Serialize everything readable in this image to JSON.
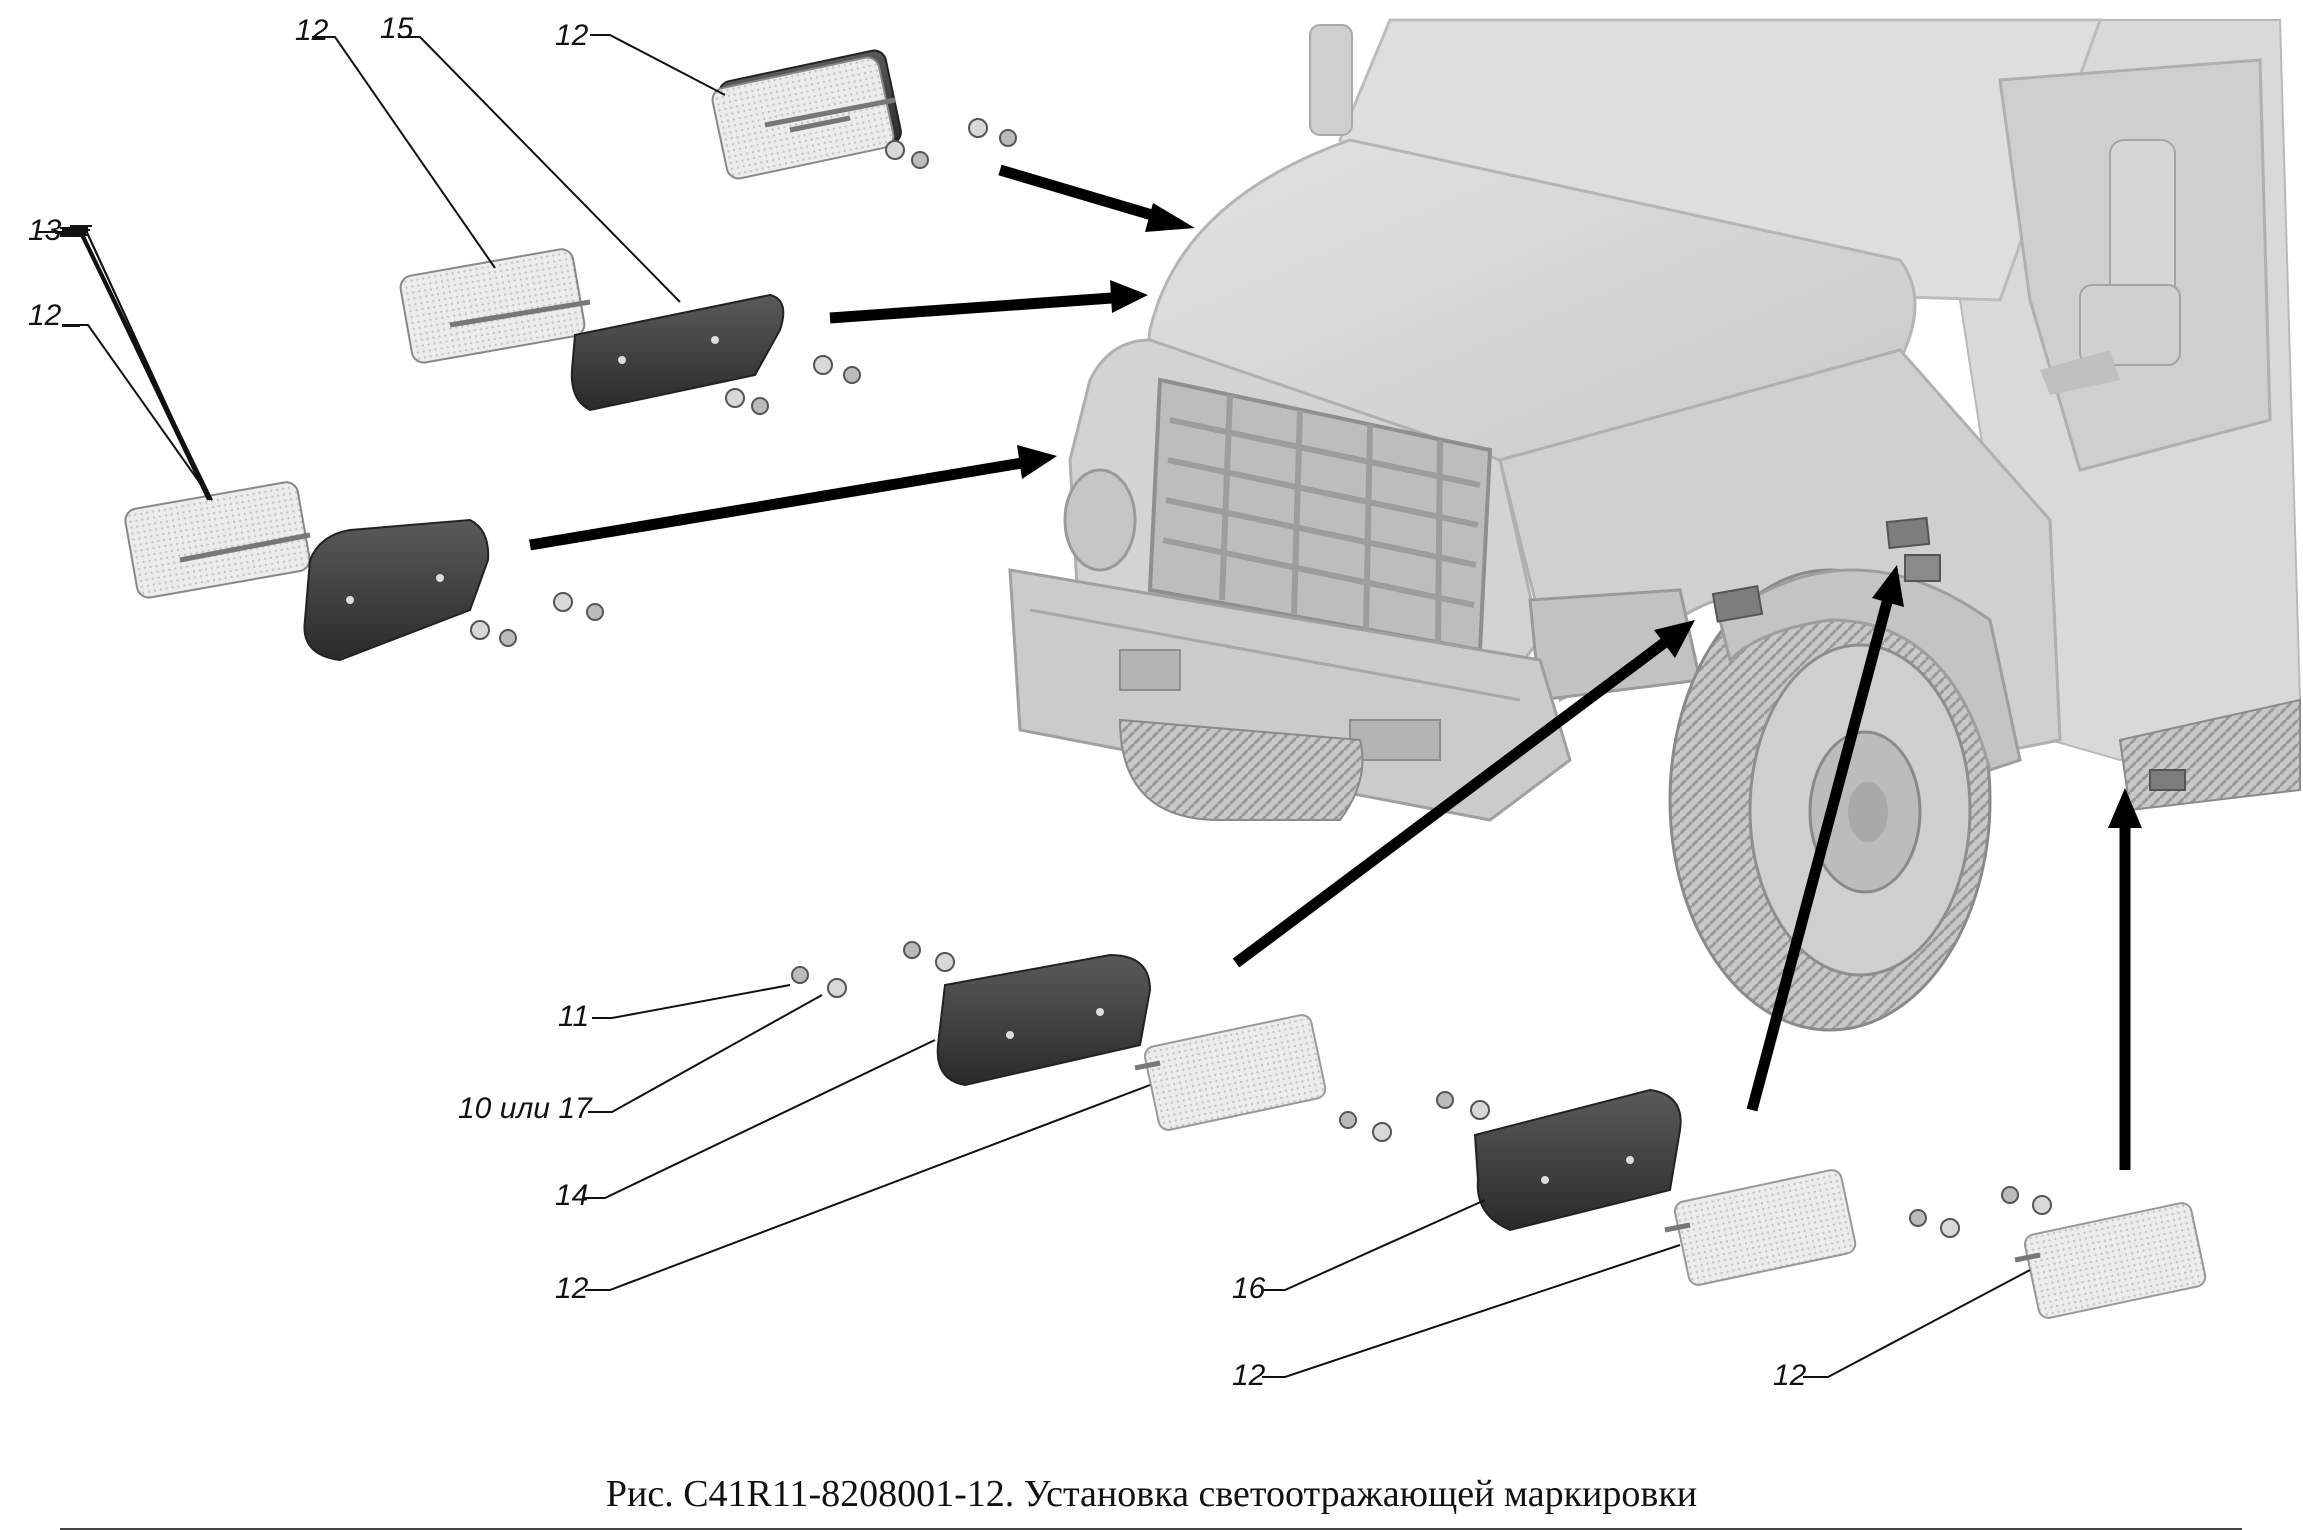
{
  "figure": {
    "caption": "Рис. С41R11-8208001-12. Установка светоотражающей маркировки"
  },
  "callouts": [
    {
      "id": "c12a",
      "text": "12"
    },
    {
      "id": "c15",
      "text": "15"
    },
    {
      "id": "c12b",
      "text": "12"
    },
    {
      "id": "c13",
      "text": "13"
    },
    {
      "id": "c12c",
      "text": "12"
    },
    {
      "id": "c11",
      "text": "11"
    },
    {
      "id": "c10",
      "text": "10 или 17"
    },
    {
      "id": "c14",
      "text": "14"
    },
    {
      "id": "c12d",
      "text": "12"
    },
    {
      "id": "c16",
      "text": "16"
    },
    {
      "id": "c12e",
      "text": "12"
    },
    {
      "id": "c12f",
      "text": "12"
    }
  ],
  "colors": {
    "truck_body": "#d4d4d4",
    "truck_shadow": "#a8a8a8",
    "bracket": "#3c3c3c",
    "reflector": "#e6e6e6",
    "arrow": "#000000"
  }
}
